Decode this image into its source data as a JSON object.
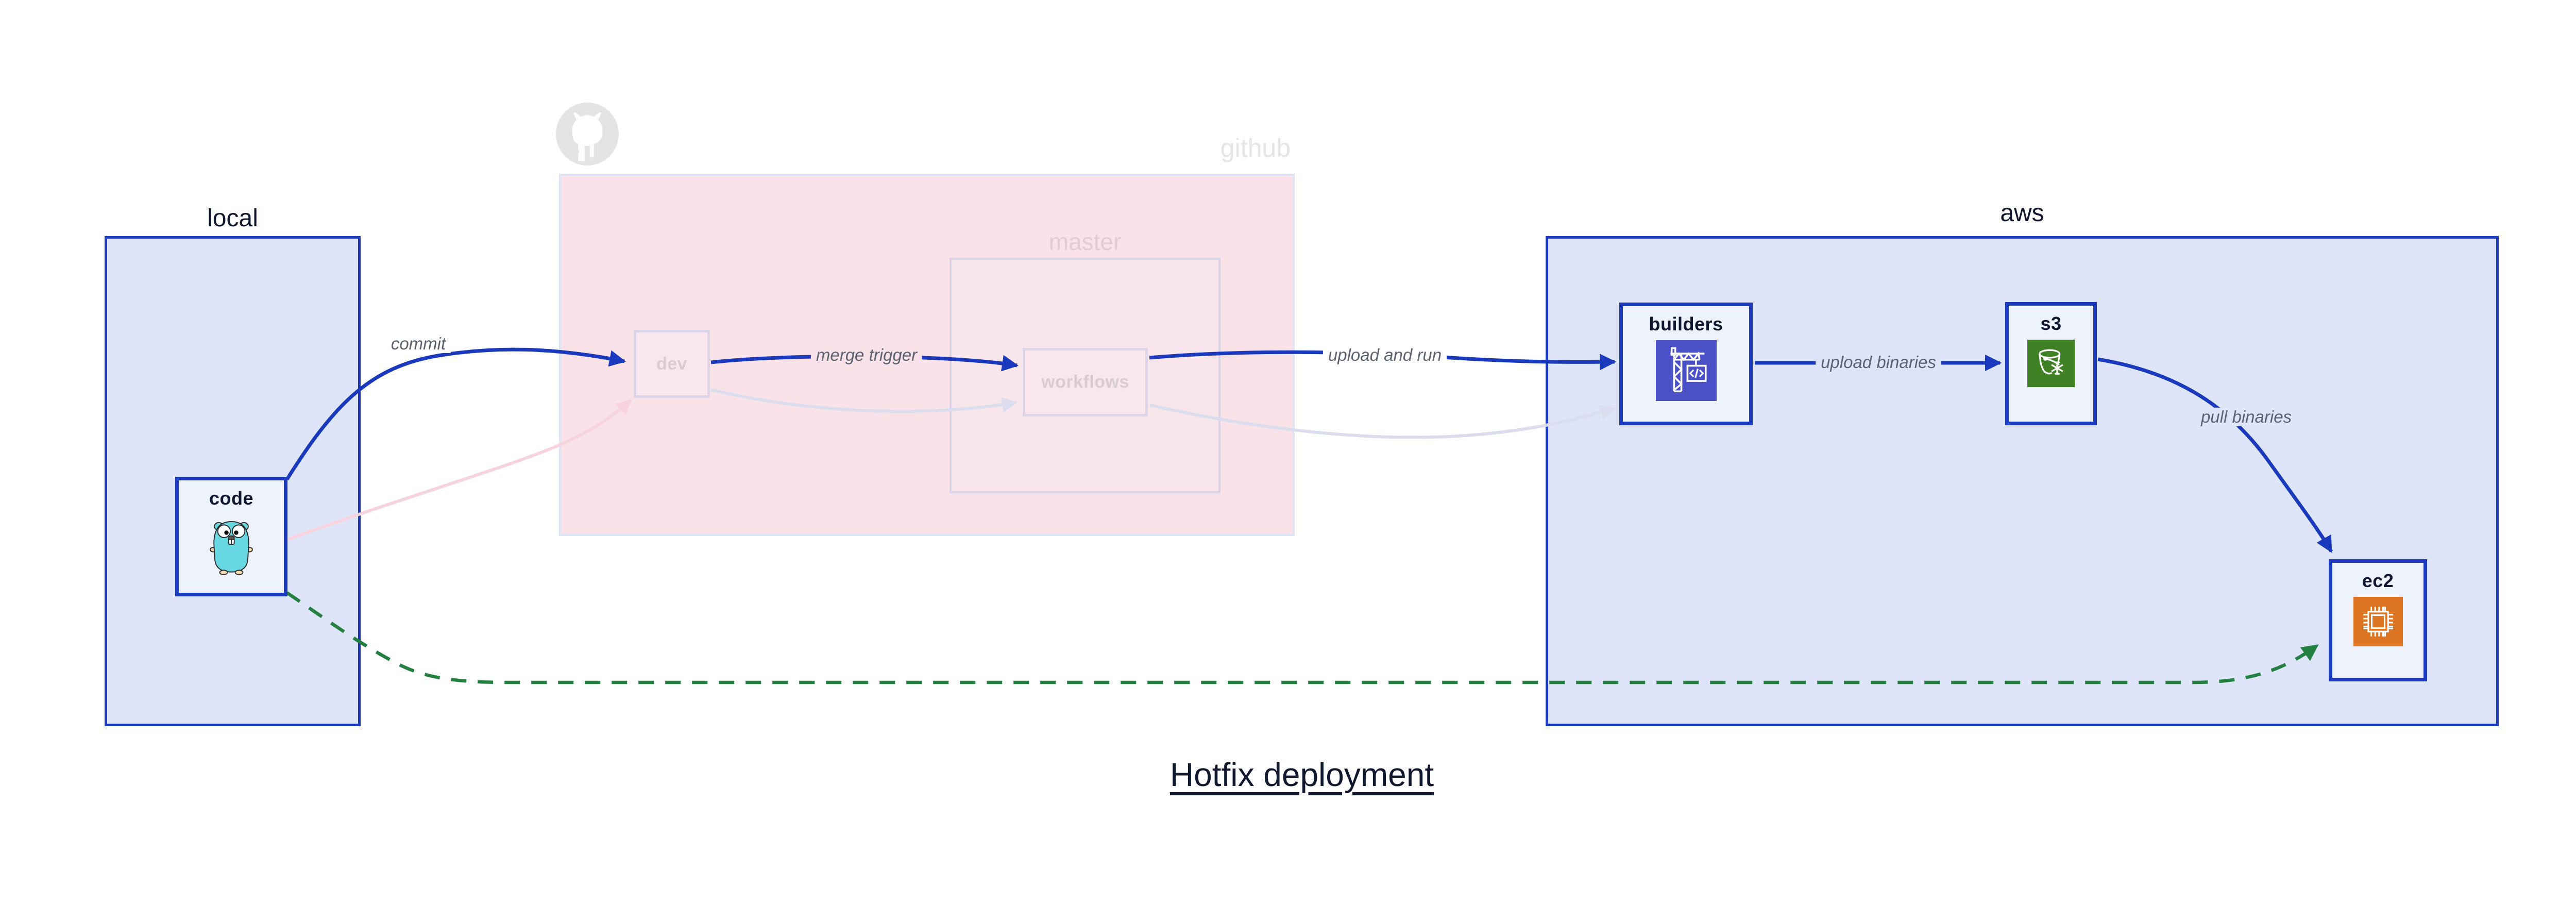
{
  "title": {
    "text": "Hotfix deployment"
  },
  "groups": {
    "local": {
      "label": "local"
    },
    "github": {
      "label": "github",
      "icon": "octocat-icon"
    },
    "master": {
      "label": "master"
    },
    "aws": {
      "label": "aws"
    }
  },
  "nodes": {
    "code": {
      "label": "code",
      "icon": "gopher-icon"
    },
    "dev": {
      "label": "dev",
      "state": "faded"
    },
    "workflows": {
      "label": "workflows",
      "state": "faded"
    },
    "builders": {
      "label": "builders",
      "icon": "codebuild-crane-icon"
    },
    "s3": {
      "label": "s3",
      "icon": "s3-glacier-bucket-icon"
    },
    "ec2": {
      "label": "ec2",
      "icon": "ec2-chip-icon"
    }
  },
  "edges": {
    "commit": {
      "label": "commit",
      "from": "code",
      "to": "dev",
      "style": "solid-blue"
    },
    "merge_trigger": {
      "label": "merge trigger",
      "from": "dev",
      "to": "workflows",
      "style": "solid-blue"
    },
    "upload_and_run": {
      "label": "upload and run",
      "from": "workflows",
      "to": "builders",
      "style": "solid-blue"
    },
    "upload_binaries": {
      "label": "upload binaries",
      "from": "builders",
      "to": "s3",
      "style": "solid-blue"
    },
    "pull_binaries": {
      "label": "pull binaries",
      "from": "s3",
      "to": "ec2",
      "style": "solid-blue"
    },
    "hotfix_bypass": {
      "from": "code",
      "to": "ec2",
      "style": "dashed-green"
    },
    "faded_commit": {
      "from": "code",
      "to": "dev",
      "style": "faded-pink"
    },
    "faded_merge": {
      "from": "dev",
      "to": "workflows",
      "style": "faded-lavender"
    },
    "faded_upload": {
      "from": "workflows",
      "to": "builders",
      "style": "faded-lavender"
    }
  },
  "colors": {
    "blue_accent": "#1a39bd",
    "navy_text": "#10182f",
    "group_blue_fill": "#dee5f8",
    "node_fill": "#eef2fc",
    "pink_fill": "#f9e2e8",
    "pink_border": "#dfe3f7",
    "master_border": "#d9d2e9",
    "faded_text": "#d8cbd3",
    "faded_edge_pink": "#f6d3dd",
    "faded_edge_lavender": "#dcdcef",
    "green_dashed": "#238040",
    "edge_label_gray": "#5a6170",
    "github_watermark_gray": "#e4e4e6",
    "codebuild_indigo": "#4a51c8",
    "s3_green": "#3f8124",
    "ec2_orange": "#dd7522",
    "gopher_teal": "#67d7e2"
  }
}
